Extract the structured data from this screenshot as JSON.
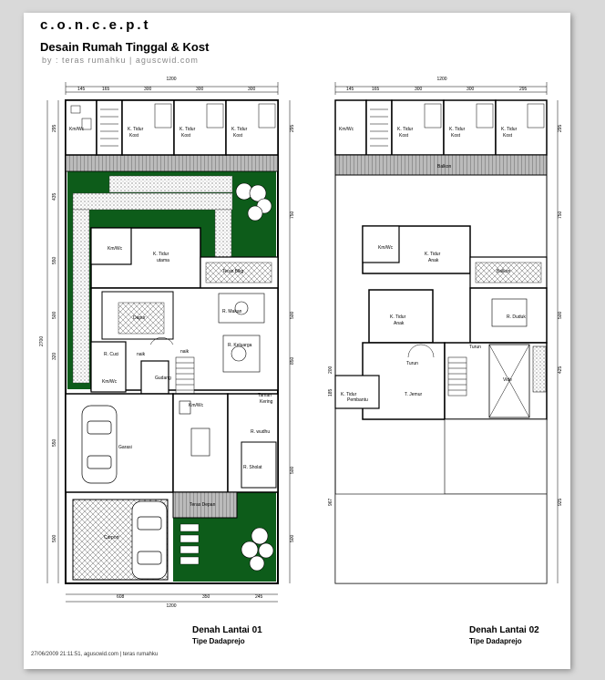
{
  "header": {
    "title": "c.o.n.c.e.p.t",
    "subtitle": "Desain Rumah Tinggal & Kost",
    "byline": "by : teras rumahku | aguscwid.com"
  },
  "floor1": {
    "caption": "Denah Lantai 01",
    "type": "Tipe Dadaprejo",
    "dims": {
      "total_width": "1200",
      "top": [
        "145",
        "165",
        "300",
        "300",
        "300"
      ],
      "bottom_total": "1200",
      "bottom": [
        "608",
        "350",
        "245"
      ],
      "depth": "2700",
      "left": [
        "295",
        "435",
        "550",
        "500",
        "320",
        "550",
        "500"
      ],
      "right": [
        "295",
        "750",
        "500",
        "850",
        "500",
        "500"
      ]
    },
    "rooms": {
      "kmwc_top": "Km/Wc",
      "kost1_a": "K. Tidur",
      "kost1_b": "Kost",
      "kost2_a": "K. Tidur",
      "kost2_b": "Kost",
      "kost3_a": "K. Tidur",
      "kost3_b": "Kost",
      "kmwc_main": "Km/Wc",
      "master_a": "K. Tidur",
      "master_b": "utama",
      "teras_blkg": "Teras Blkg",
      "dapur": "Dapur",
      "makan": "R. Makan",
      "keluarga": "R. Keluarga",
      "cuci": "R. Cuci",
      "naik1": "naik",
      "naik2": "naik",
      "kmwc_small": "Km/Wc",
      "gudang": "Gudang",
      "kmwc_lower": "Km/Wc",
      "taman_a": "Taman",
      "taman_b": "Kering",
      "wudhu": "R. wudhu",
      "sholat": "R. Sholat",
      "garasi": "Garasi",
      "teras_depan": "Teras Depan",
      "carport": "Carport"
    }
  },
  "floor2": {
    "caption": "Denah Lantai 02",
    "type": "Tipe Dadaprejo",
    "dims": {
      "total_width": "1200",
      "top": [
        "145",
        "165",
        "300",
        "300",
        "295"
      ],
      "right": [
        "295",
        "750",
        "500",
        "425",
        "925"
      ],
      "left": [
        "967",
        "200",
        "185"
      ]
    },
    "rooms": {
      "kmwc_top": "Km/Wc",
      "kost1_a": "K. Tidur",
      "kost1_b": "Kost",
      "kost2_a": "K. Tidur",
      "kost2_b": "Kost",
      "kost3_a": "K. Tidur",
      "kost3_b": "Kost",
      "balkon_top": "Balkon",
      "kmwc_mid": "Km/Wc",
      "anak1_a": "K. Tidur",
      "anak1_b": "Anak",
      "balkon_mid": "Balkon",
      "anak2_a": "K. Tidur",
      "anak2_b": "Anak",
      "duduk": "R. Duduk",
      "turun1": "Turun",
      "turun2": "Turun",
      "pembantu_a": "K. Tidur",
      "pembantu_b": "Pembantu",
      "jemur": "T. Jemur",
      "vide": "Vide"
    }
  },
  "footer": {
    "text": "27/06/2009 21:11:51, aguscwid.com | teras rumahku"
  }
}
